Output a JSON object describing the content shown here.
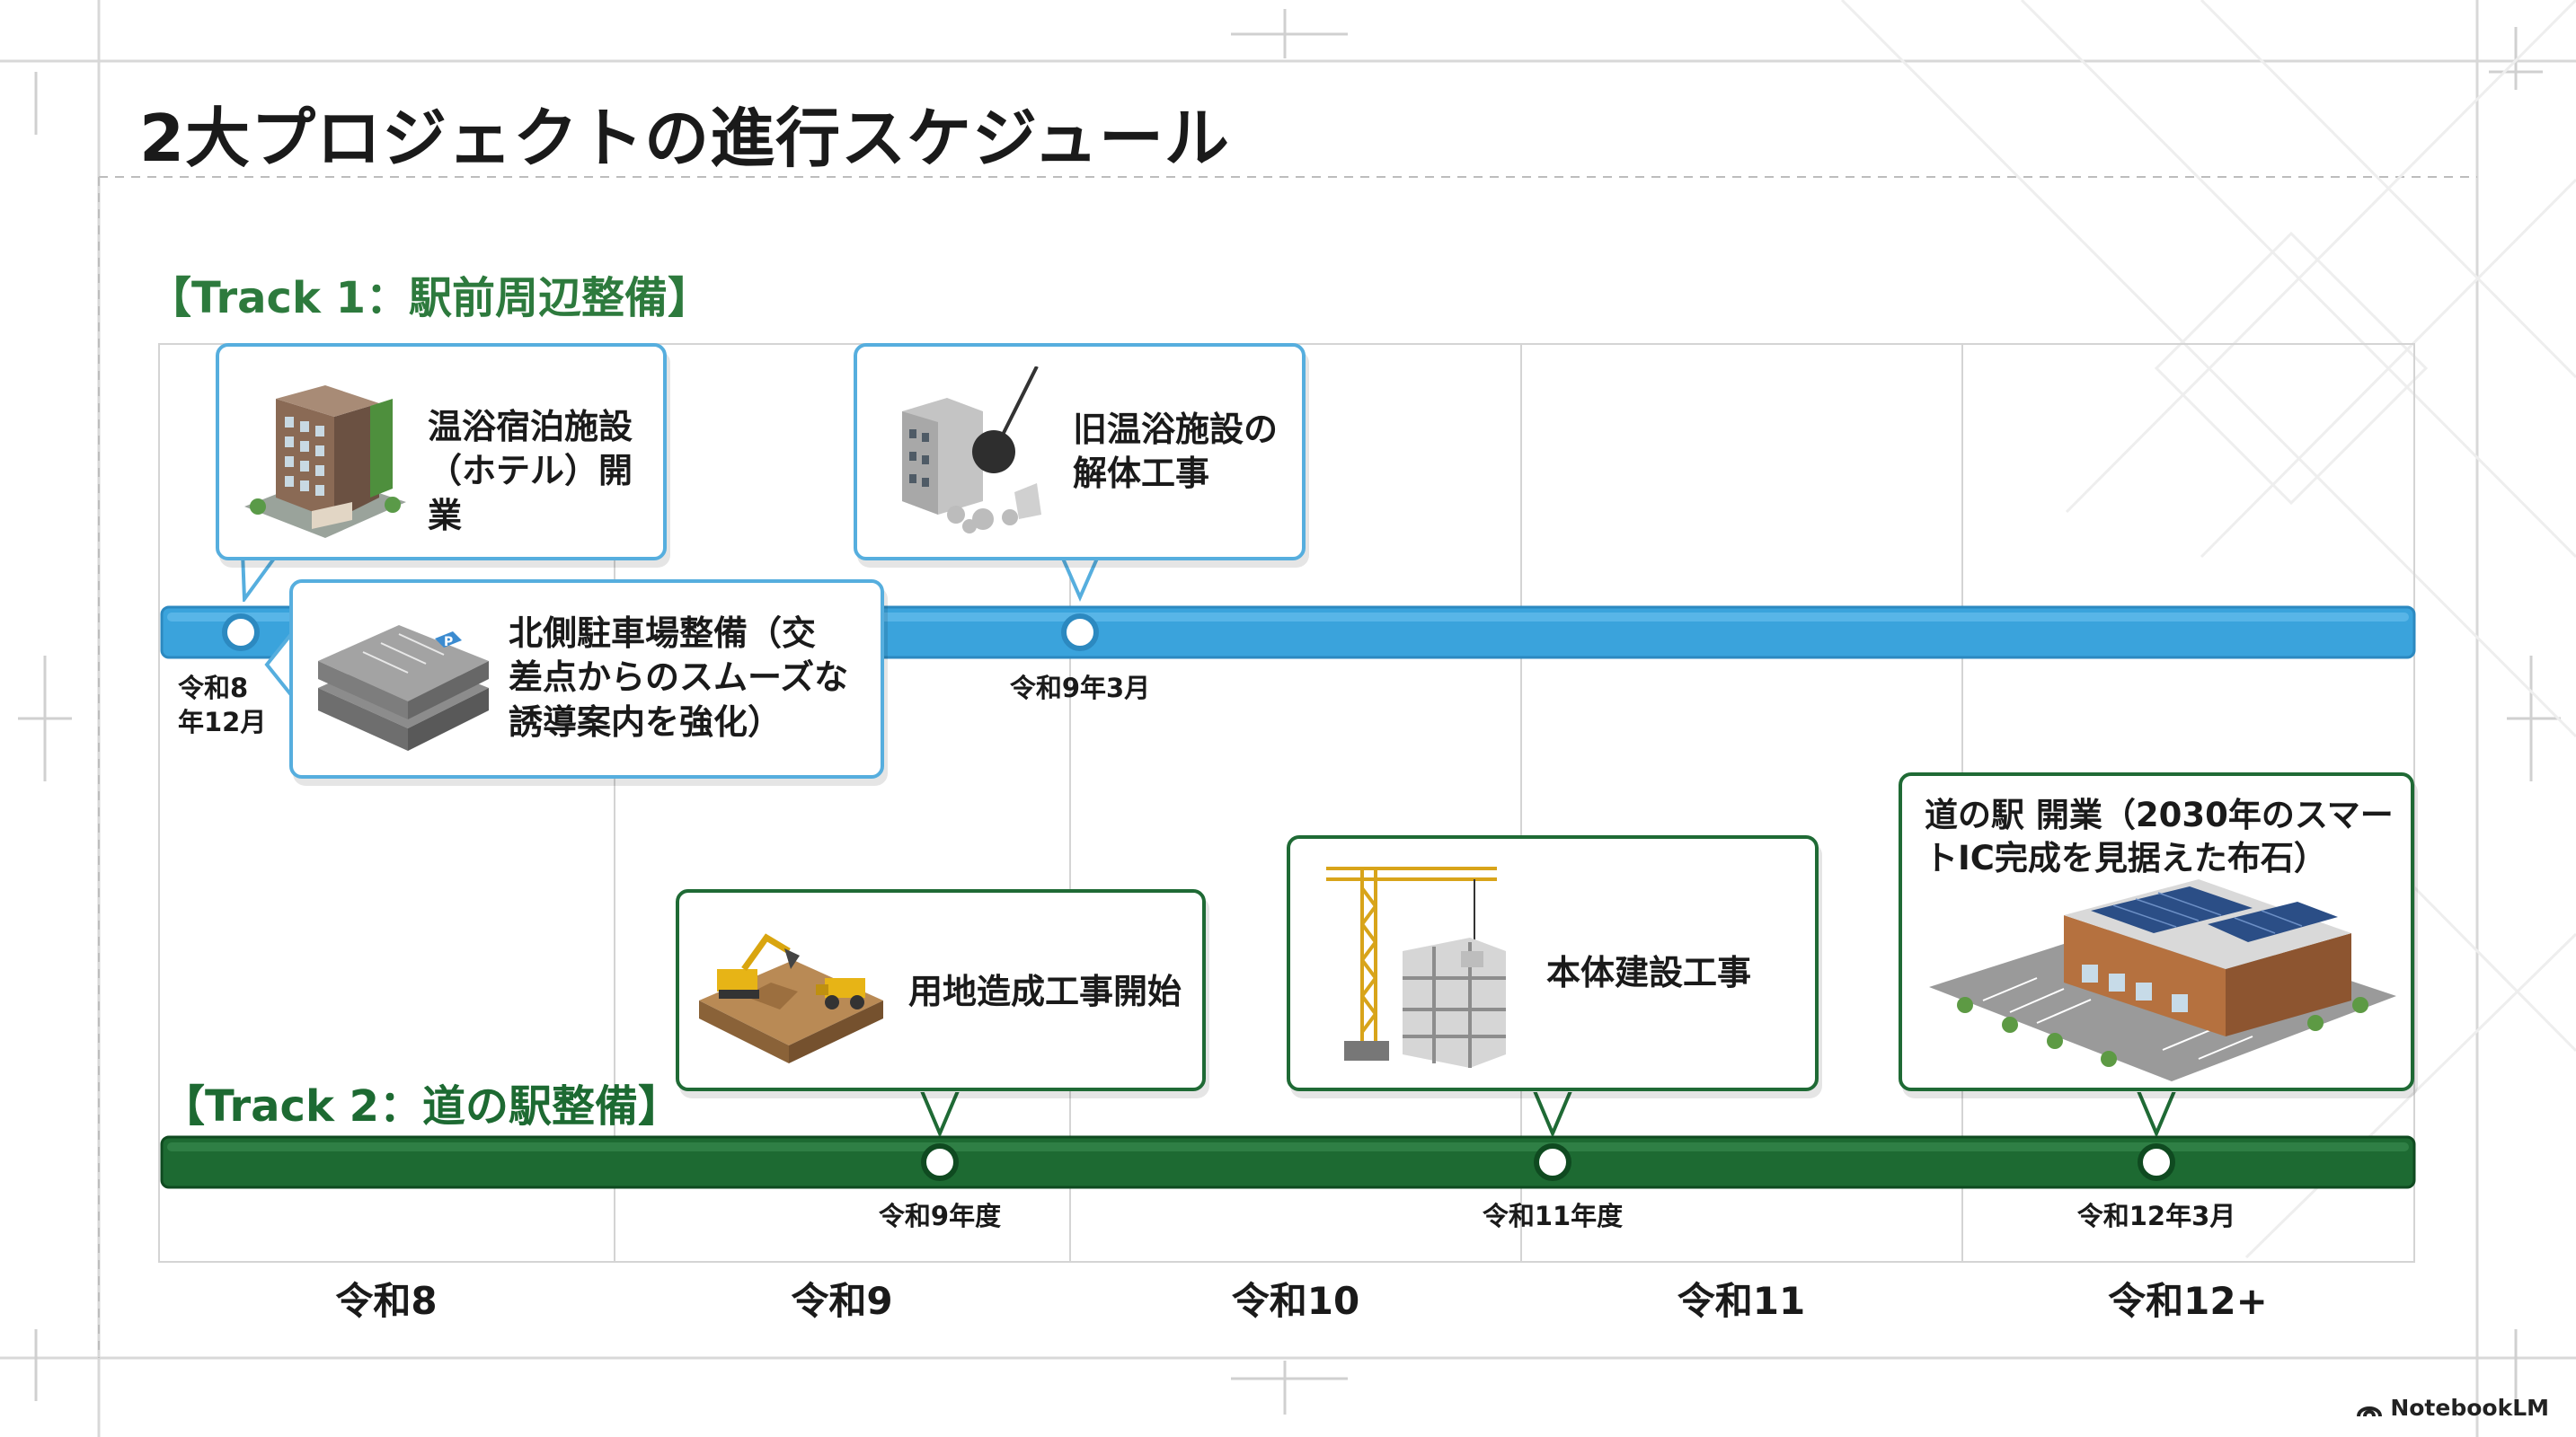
{
  "title": "2大プロジェクトの進行スケジュール",
  "tracks": [
    {
      "title": "【Track 1：駅前周辺整備】",
      "color": "#3aa3dc",
      "milestones": [
        {
          "date": "令和8\n年12月",
          "callouts": [
            {
              "text": "温浴宿泊施設\n（ホテル）開業",
              "icon": "hotel-building-icon"
            },
            {
              "text": "北側駐車場整備（交\n差点からのスムーズな\n誘導案内を強化）",
              "icon": "parking-garage-icon"
            }
          ]
        },
        {
          "date": "令和9年3月",
          "callouts": [
            {
              "text": "旧温浴施設の\n解体工事",
              "icon": "demolition-icon"
            }
          ]
        }
      ]
    },
    {
      "title": "【Track 2：道の駅整備】",
      "color": "#1d6a32",
      "milestones": [
        {
          "date": "令和9年度",
          "callouts": [
            {
              "text": "用地造成工事開始",
              "icon": "excavator-icon"
            }
          ]
        },
        {
          "date": "令和11年度",
          "callouts": [
            {
              "text": "本体建設工事",
              "icon": "crane-construction-icon"
            }
          ]
        },
        {
          "date": "令和12年3月",
          "callouts": [
            {
              "text": "道の駅 開業（2030年のスマー\nトIC完成を見据えた布石）",
              "icon": "roadside-station-icon"
            }
          ]
        }
      ]
    }
  ],
  "years": [
    "令和8",
    "令和9",
    "令和10",
    "令和11",
    "令和12+"
  ],
  "brand": "NotebookLM",
  "colors": {
    "track1": "#3aa3dc",
    "track2": "#1d6a32",
    "track1_border": "#56aede",
    "grid": "#cfcfcf",
    "title_green": "#2d7a3d"
  }
}
